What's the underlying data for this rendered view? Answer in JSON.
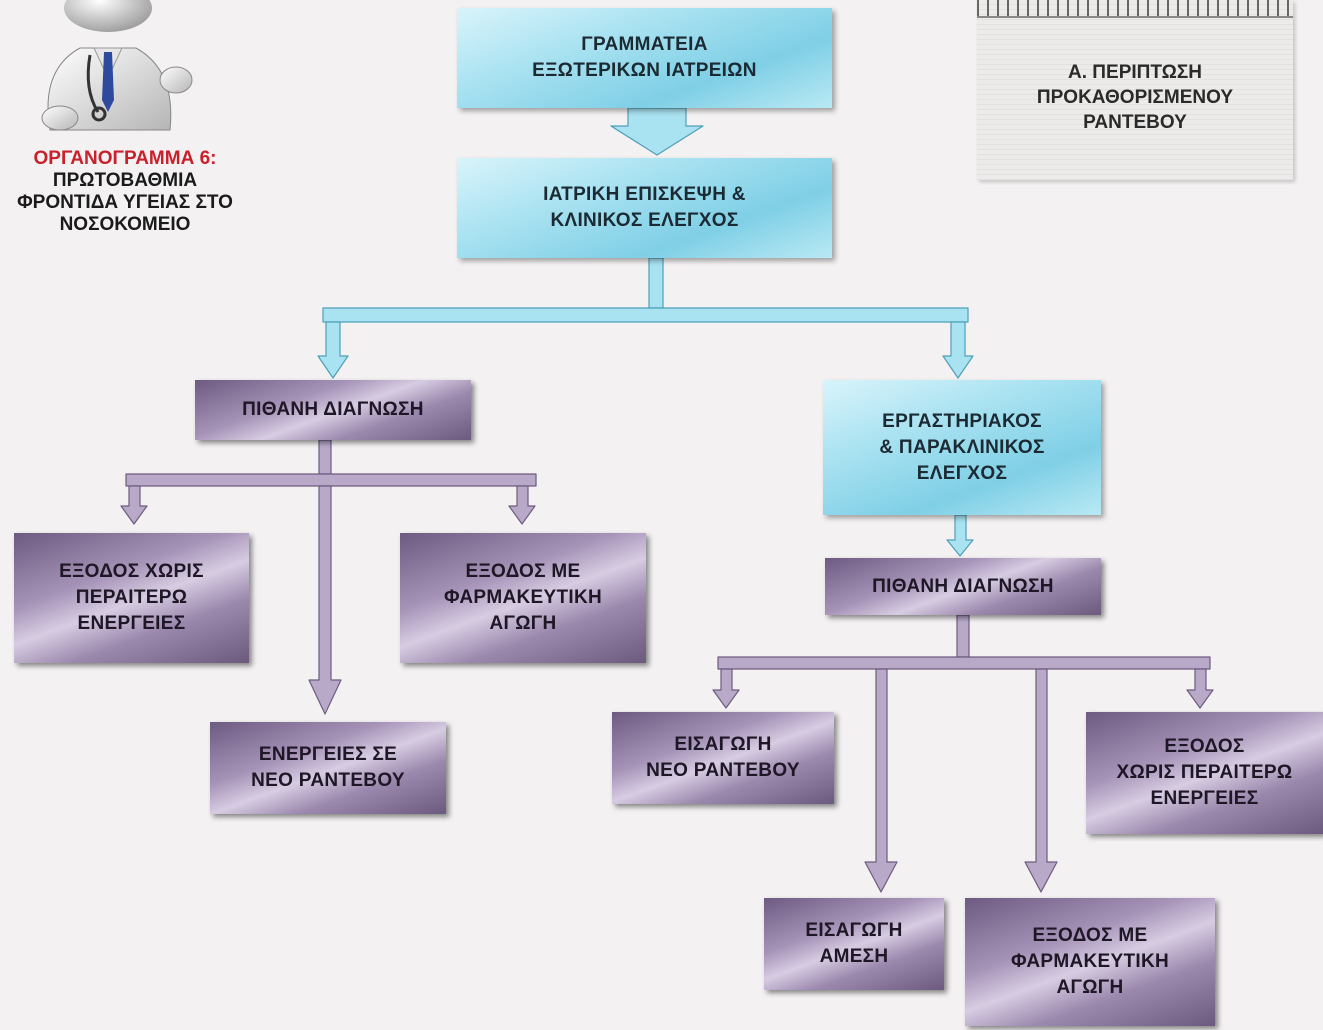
{
  "title": {
    "highlight": "ΟΡΓΑΝΟΓΡΑΜΜΑ 6:",
    "subtitle": "ΠΡΩΤΟΒΑΘΜΙΑ\nΦΡΟΝΤΙΔΑ ΥΓΕΙΑΣ ΣΤΟ\nΝΟΣΟΚΟΜΕΙΟ"
  },
  "note": {
    "text": "Α. ΠΕΡΙΠΤΩΣΗ\nΠΡΟΚΑΘΟΡΙΣΜΕΝΟΥ\nΡΑΝΤΕΒΟΥ"
  },
  "colors": {
    "blue_box": "#a9e2f1",
    "purple_box": "#a592b7",
    "title_red": "#c8212b",
    "connector_blue": "#a9e2f1",
    "connector_purple": "#b8a9c9"
  },
  "icons": {
    "doctor": "doctor-figure-icon",
    "note": "notepad-icon"
  },
  "nodes": {
    "secretariat": "ΓΡΑΜΜΑΤΕΙΑ\nΕΞΩΤΕΡΙΚΩΝ ΙΑΤΡΕΙΩΝ",
    "visit": "ΙΑΤΡΙΚΗ ΕΠΙΣΚΕΨΗ &\nΚΛΙΝΙΚΟΣ ΕΛΕΓΧΟΣ",
    "diagnosis_left": "ΠΙΘΑΝΗ ΔΙΑΓΝΩΣΗ",
    "lab": "ΕΡΓΑΣΤΗΡΙΑΚΟΣ\n& ΠΑΡΑΚΛΙΝΙΚΟΣ\nΕΛΕΓΧΟΣ",
    "exit_no_action": "ΕΞΟΔΟΣ ΧΩΡΙΣ\nΠΕΡΑΙΤΕΡΩ\nΕΝΕΡΓΕΙΕΣ",
    "exit_medication": "ΕΞΟΔΟΣ ΜΕ\nΦΑΡΜΑΚΕΥΤΙΚΗ\nΑΓΩΓΗ",
    "new_appointment_actions": "ΕΝΕΡΓΕΙΕΣ ΣΕ\nΝΕΟ ΡΑΝΤΕΒΟΥ",
    "diagnosis_right": "ΠΙΘΑΝΗ ΔΙΑΓΝΩΣΗ",
    "admission_new_appointment": "ΕΙΣΑΓΩΓΗ\nΝΕΟ ΡΑΝΤΕΒΟΥ",
    "exit_no_action_right": "ΕΞΟΔΟΣ\nΧΩΡΙΣ ΠΕΡΑΙΤΕΡΩ\nΕΝΕΡΓΕΙΕΣ",
    "admission_immediate": "ΕΙΣΑΓΩΓΗ\nΑΜΕΣΗ",
    "exit_medication_right": "ΕΞΟΔΟΣ ΜΕ\nΦΑΡΜΑΚΕΥΤΙΚΗ\nΑΓΩΓΗ"
  }
}
